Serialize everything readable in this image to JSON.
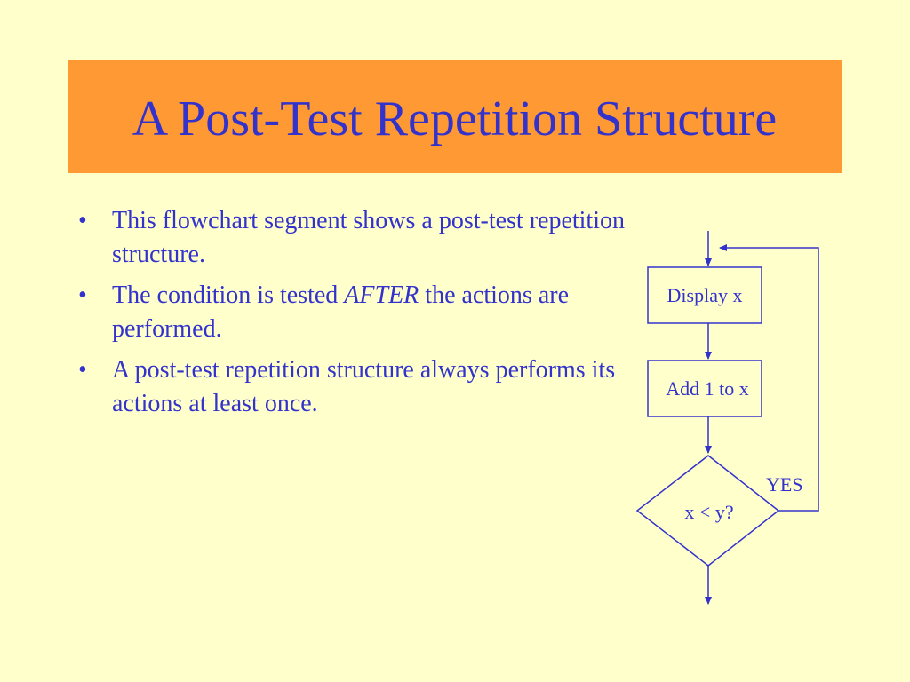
{
  "slide": {
    "title": "A Post-Test Repetition Structure",
    "bullet_char": "•",
    "bullets": [
      {
        "text": "This flowchart segment shows a post-test repetition structure."
      },
      {
        "before": "The condition is tested ",
        "emphasis": "AFTER",
        "after": " the actions are performed."
      },
      {
        "text": "A post-test repetition structure always performs its actions at least once."
      }
    ]
  },
  "flowchart": {
    "process_1": "Display x",
    "process_2": "Add 1 to x",
    "decision": "x < y?",
    "loop_label": "YES"
  },
  "colors": {
    "background": "#FFFFCC",
    "title_bar": "#FF9933",
    "text": "#3333CC"
  }
}
